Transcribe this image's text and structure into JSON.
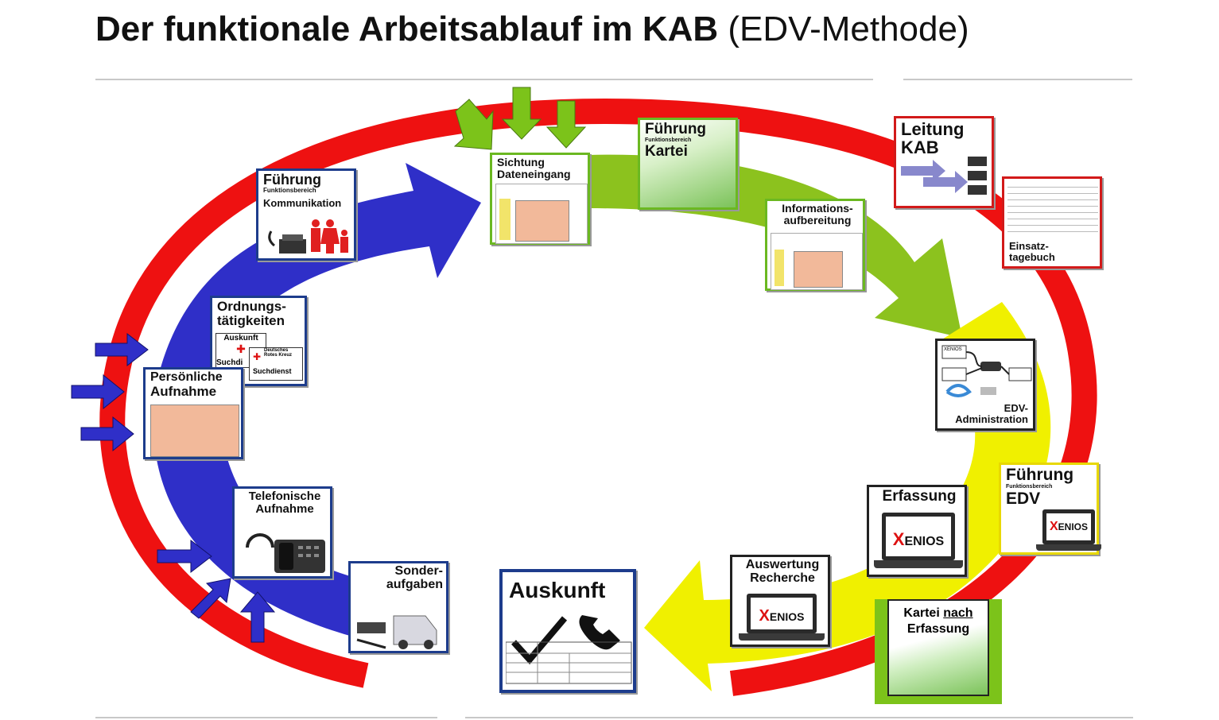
{
  "title": {
    "bold": "Der funktionale Arbeitsablauf im KAB",
    "light": "(EDV-Methode)"
  },
  "colors": {
    "ring": "#ee1111",
    "blue_arrow": "#2f2fc8",
    "green_arrow": "#8cc21e",
    "yellow_arrow": "#f0f000",
    "input_arrows_green": "#7cc31a",
    "input_arrows_blue": "#2f2fc8"
  },
  "cards": {
    "fuehrung_kommunikation": {
      "line1": "Führung",
      "sub": "Funktionsbereich",
      "line2": "Kommunikation",
      "icon": "phone-family-icon"
    },
    "ordnung": {
      "line1": "Ordnungs-",
      "line2": "tätigkeiten",
      "auskunft": "Auskunft",
      "suchdi": "Suchdi",
      "drk": "Deutsches Rotes Kreuz",
      "suchdienst": "Suchdienst"
    },
    "persoenliche": {
      "line1": "Persönliche",
      "line2": "Aufnahme",
      "icon": "form-writing-icon"
    },
    "telefonisch": {
      "line1": "Telefonische",
      "line2": "Aufnahme",
      "icon": "headset-phone-icon"
    },
    "sonder": {
      "line1": "Sonder-",
      "line2": "aufgaben",
      "icon": "van-tools-icon"
    },
    "sichtung": {
      "line1": "Sichtung",
      "line2": "Dateneingang",
      "icon": "forms-icon"
    },
    "fuehrung_kartei": {
      "line1": "Führung",
      "sub": "Funktionsbereich",
      "line2": "Kartei",
      "icon": "card-index-icon"
    },
    "information": {
      "line1": "Informations-",
      "line2": "aufbereitung",
      "icon": "forms-writing-icon"
    },
    "leitung": {
      "line1": "Leitung",
      "line2": "KAB",
      "icon": "org-chart-icon"
    },
    "einsatz": {
      "line1": "Einsatz-",
      "line2": "tagebuch",
      "icon": "logbook-icon"
    },
    "edv_admin": {
      "line1": "EDV-",
      "line2": "Administration",
      "xenios_small": "XENIOS",
      "icon": "network-icon"
    },
    "fuehrung_edv": {
      "line1": "Führung",
      "sub": "Funktionsbereich",
      "line2": "EDV",
      "xen_x": "X",
      "xen_rest": "ENIOS"
    },
    "erfassung": {
      "line1": "Erfassung",
      "xen_x": "X",
      "xen_rest": "ENIOS"
    },
    "auswertung": {
      "line1": "Auswertung",
      "line2": "Recherche",
      "xen_x": "X",
      "xen_rest": "ENIOS"
    },
    "kartei_nach": {
      "line1a": "Kartei ",
      "line1b": "nach",
      "line2": "Erfassung",
      "icon": "card-index-icon"
    },
    "auskunft": {
      "line1": "Auskunft",
      "icon": "checkmark-phone-icon"
    }
  }
}
